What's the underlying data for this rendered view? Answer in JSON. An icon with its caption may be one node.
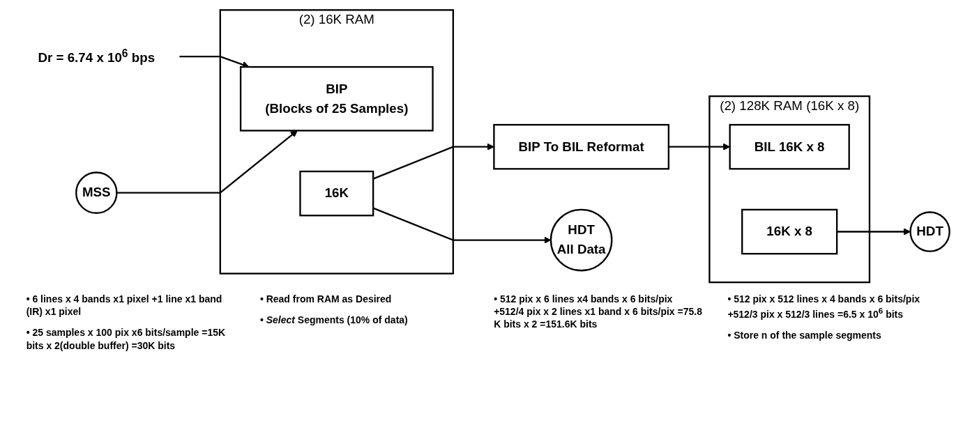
{
  "diagram": {
    "nodes": [
      {
        "text": [
          "Dr = 6.74 x 10$^{6}$ bps"
        ]
      },
      {
        "text": [
          "MSS"
        ]
      },
      {
        "text": [
          "(2) 16K RAM"
        ]
      },
      {
        "text": [
          "BIP",
          "(Blocks of 25 Samples)"
        ],
        "in": 2
      },
      {
        "text": [
          "16K"
        ],
        "in": 2
      },
      {
        "text": [
          "BIP To BIL Reformat"
        ]
      },
      {
        "text": [
          "HDT",
          "All Data"
        ]
      },
      {
        "text": [
          "(2) 128K RAM (16K x 8)"
        ]
      },
      {
        "text": [
          "BIL 16K x 8"
        ],
        "in": 7
      },
      {
        "text": [
          "16K x 8"
        ],
        "in": 7
      },
      {
        "text": [
          "HDT"
        ]
      }
    ],
    "edges": [
      {
        "from": 0,
        "to": 3,
        "arrow": "to"
      },
      {
        "from": 1,
        "to": 3,
        "arrow": "to"
      },
      {
        "from": 4,
        "to": 5,
        "arrow": "to"
      },
      {
        "from": 4,
        "to": 6,
        "arrow": "to"
      },
      {
        "from": 5,
        "to": 8,
        "arrow": "to"
      },
      {
        "from": 9,
        "to": 10,
        "arrow": "to"
      }
    ],
    "labels": [
      "• 6 lines x 4 bands x1 pixel +1 line x1 band (IR) x1 pixel",
      "• 25 samples x 100 pix x6 bits/sample =15K bits x 2(double buffer) =30K bits",
      "• Read from RAM as Desired",
      "• *Select* Segments (10% of data)",
      "• 512 pix x 6 lines x4 bands x 6 bits/pix +512/4 pix x 2 lines x1 band x 6 bits/pix =75.8 K bits x 2 =151.6K bits",
      "• 512 pix x 512 lines x 4 bands x 6 bits/pix +512/3 pix x 512/3 lines =6.5 x 10$^{6}$ bits",
      "• Store n of the sample segments"
    ]
  }
}
